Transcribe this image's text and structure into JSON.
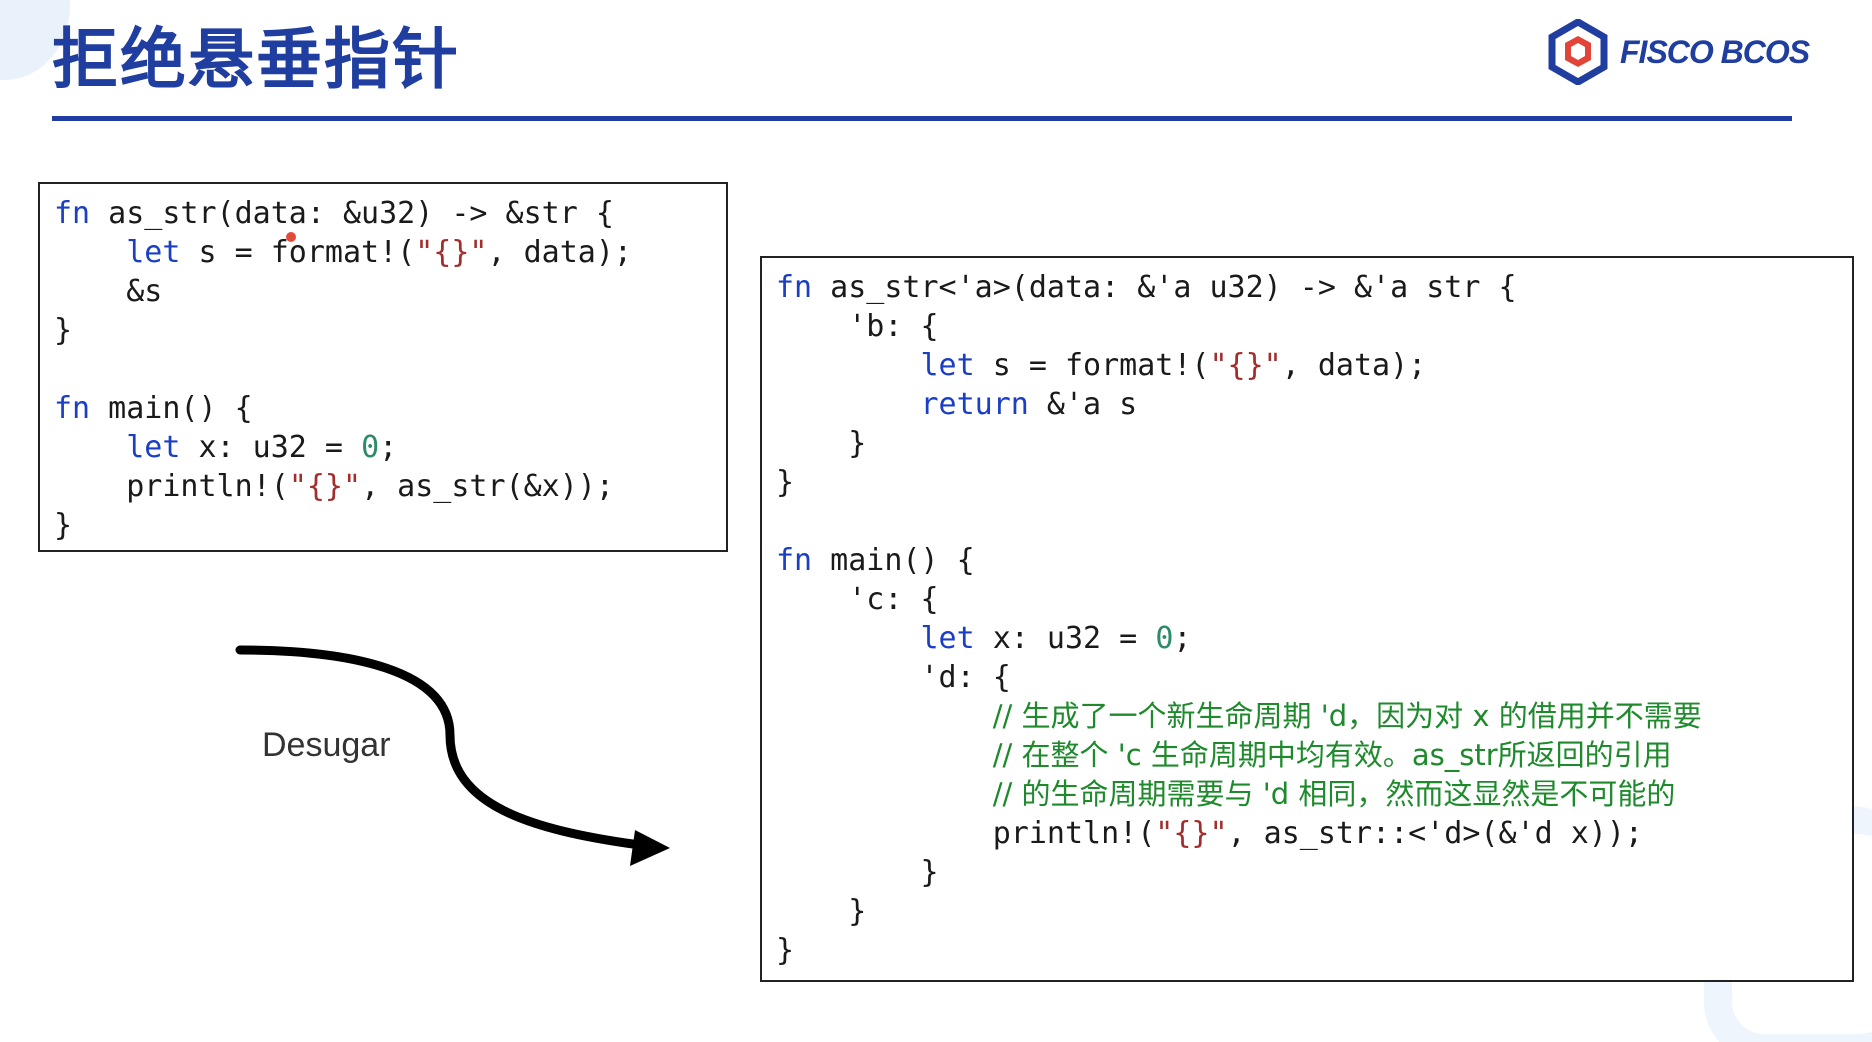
{
  "title": "拒绝悬垂指针",
  "logo": {
    "text": "FISCO BCOS",
    "icon": "fisco-bcos-hex-icon",
    "color": "#1f3ea0"
  },
  "desugar_label": "Desugar",
  "colors": {
    "keyword": "#1a3fc4",
    "string": "#a12d2d",
    "number": "#2d8a6a",
    "comment": "#1e8a2c",
    "title": "#1f3ea0"
  },
  "left_code": [
    [
      {
        "t": "fn",
        "c": "kw"
      },
      {
        "t": " as_str(data: &u32) -> &str {"
      }
    ],
    [
      {
        "t": "    "
      },
      {
        "t": "let",
        "c": "kw"
      },
      {
        "t": " s = format!("
      },
      {
        "t": "\"{}\"",
        "c": "str"
      },
      {
        "t": ", data);"
      }
    ],
    [
      {
        "t": "    &s"
      }
    ],
    [
      {
        "t": "}"
      }
    ],
    [
      {
        "t": ""
      }
    ],
    [
      {
        "t": "fn",
        "c": "kw"
      },
      {
        "t": " main() {"
      }
    ],
    [
      {
        "t": "    "
      },
      {
        "t": "let",
        "c": "kw"
      },
      {
        "t": " x: u32 = "
      },
      {
        "t": "0",
        "c": "num"
      },
      {
        "t": ";"
      }
    ],
    [
      {
        "t": "    println!("
      },
      {
        "t": "\"{}\"",
        "c": "str"
      },
      {
        "t": ", as_str(&x));"
      }
    ],
    [
      {
        "t": "}"
      }
    ]
  ],
  "right_code": [
    [
      {
        "t": "fn",
        "c": "kw"
      },
      {
        "t": " as_str<'a>(data: &'a u32) -> &'a str {"
      }
    ],
    [
      {
        "t": "    'b: {"
      }
    ],
    [
      {
        "t": "        "
      },
      {
        "t": "let",
        "c": "kw"
      },
      {
        "t": " s = format!("
      },
      {
        "t": "\"{}\"",
        "c": "str"
      },
      {
        "t": ", data);"
      }
    ],
    [
      {
        "t": "        "
      },
      {
        "t": "return",
        "c": "kw"
      },
      {
        "t": " &'a s"
      }
    ],
    [
      {
        "t": "    }"
      }
    ],
    [
      {
        "t": "}"
      }
    ],
    [
      {
        "t": ""
      }
    ],
    [
      {
        "t": "fn",
        "c": "kw"
      },
      {
        "t": " main() {"
      }
    ],
    [
      {
        "t": "    'c: {"
      }
    ],
    [
      {
        "t": "        "
      },
      {
        "t": "let",
        "c": "kw"
      },
      {
        "t": " x: u32 = "
      },
      {
        "t": "0",
        "c": "num"
      },
      {
        "t": ";"
      }
    ],
    [
      {
        "t": "        'd: {"
      }
    ],
    [
      {
        "t": "            "
      },
      {
        "t": "// 生成了一个新生命周期 'd，因为对 x 的借用并不需要",
        "c": "cmt"
      }
    ],
    [
      {
        "t": "            "
      },
      {
        "t": "// 在整个 'c 生命周期中均有效。as_str所返回的引用",
        "c": "cmt"
      }
    ],
    [
      {
        "t": "            "
      },
      {
        "t": "// 的生命周期需要与 'd 相同，然而这显然是不可能的",
        "c": "cmt"
      }
    ],
    [
      {
        "t": "            println!("
      },
      {
        "t": "\"{}\"",
        "c": "str"
      },
      {
        "t": ", as_str::<'d>(&'d x));"
      }
    ],
    [
      {
        "t": "        }"
      }
    ],
    [
      {
        "t": "    }"
      }
    ],
    [
      {
        "t": "}"
      }
    ]
  ]
}
